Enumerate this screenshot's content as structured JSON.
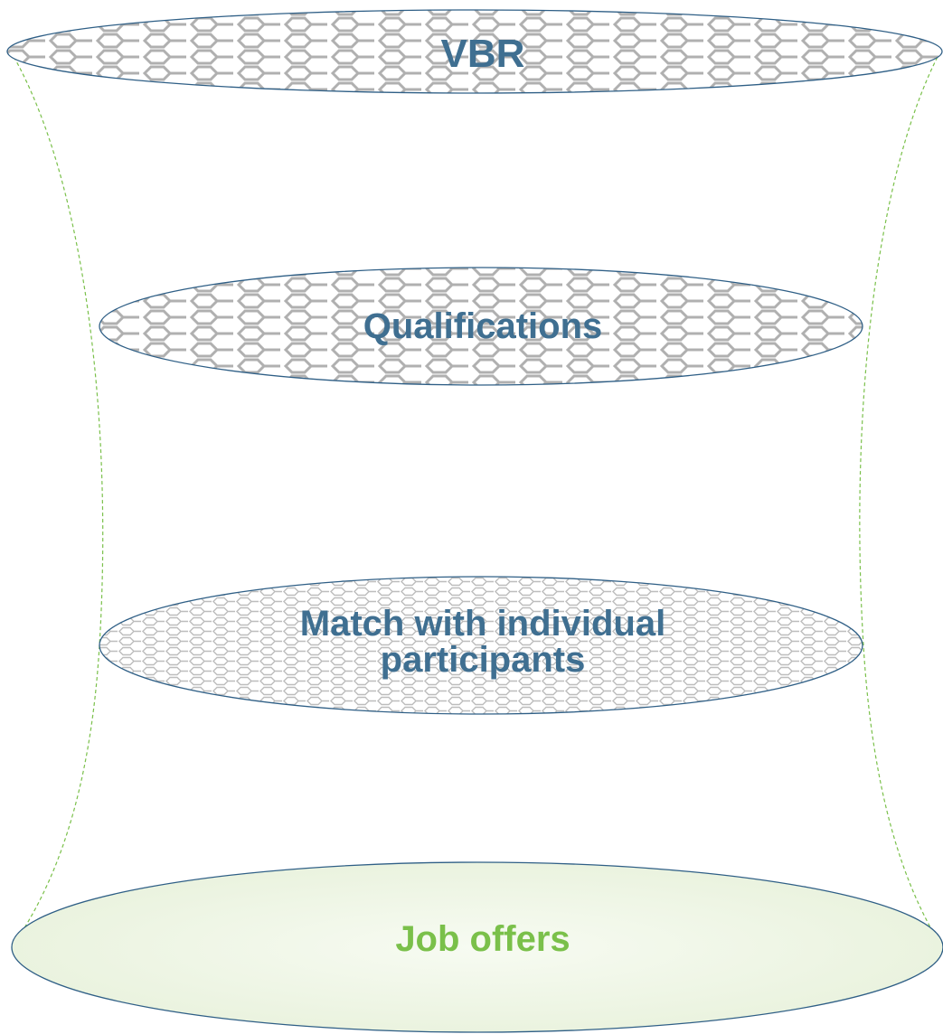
{
  "diagram": {
    "layers": [
      {
        "id": "vbr",
        "label": "VBR"
      },
      {
        "id": "qualifications",
        "label": "Qualifications"
      },
      {
        "id": "match",
        "label_line1": "Match with individual",
        "label_line2": "participants"
      },
      {
        "id": "job-offers",
        "label": "Job offers"
      }
    ],
    "colors": {
      "label_blue": "#3f6f91",
      "label_green": "#7ac04a",
      "outline": "#2f5f86",
      "connector_dashed": "#7ac04a",
      "mesh": "#b9b9b9",
      "base_fill": "#eef5e4"
    }
  }
}
